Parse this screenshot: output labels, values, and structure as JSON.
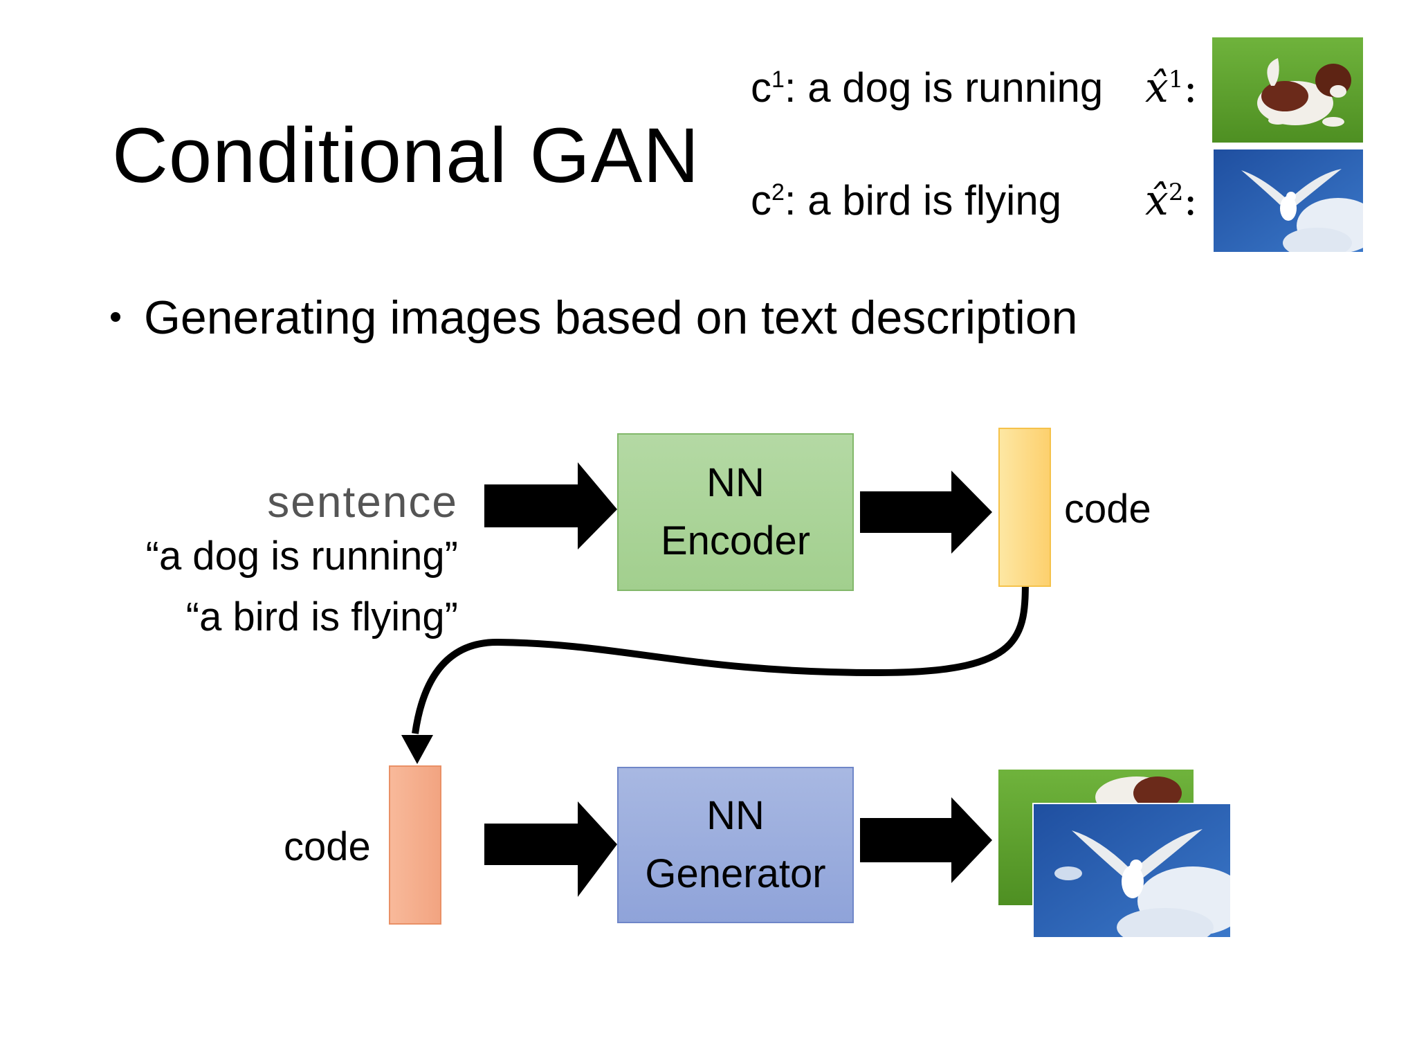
{
  "slide": {
    "title": "Conditional GAN",
    "examples": [
      {
        "cond": "c",
        "cond_sup": "1",
        "text": ": a dog is running",
        "output": "x̂",
        "output_sup": "1",
        "output_colon": ":",
        "image": "dog-running-photo"
      },
      {
        "cond": "c",
        "cond_sup": "2",
        "text": ": a bird is flying",
        "output": "x̂",
        "output_sup": "2",
        "output_colon": ":",
        "image": "bird-flying-photo"
      }
    ],
    "bullet": "Generating images based on text description"
  },
  "diagram": {
    "input_title": "sentence",
    "input_sentences": [
      "“a dog is running”",
      "“a bird is flying”"
    ],
    "encoder": {
      "line1": "NN",
      "line2": "Encoder",
      "color": "#a9d497"
    },
    "code_top_label": "code",
    "code_top_color": "#fdd77f",
    "code_bottom_label": "code",
    "code_bottom_color": "#f4ab88",
    "generator": {
      "line1": "NN",
      "line2": "Generator",
      "color": "#99acdc"
    },
    "outputs": [
      "dog-running-photo",
      "bird-flying-photo"
    ]
  },
  "colors": {
    "sky": "#2f64b3",
    "grass": "#5a9a2e",
    "arrow": "#000000"
  }
}
